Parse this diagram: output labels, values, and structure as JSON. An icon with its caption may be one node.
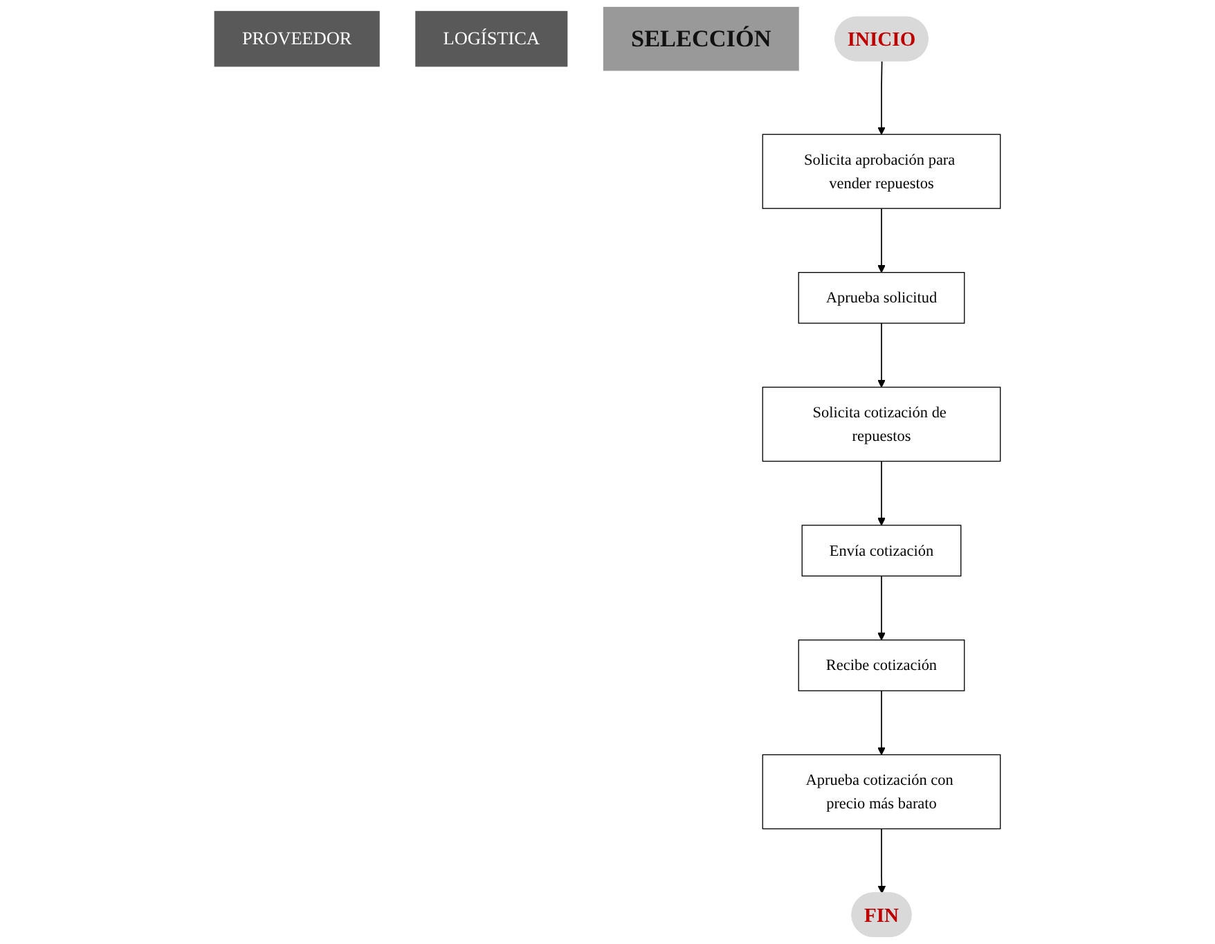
{
  "diagram": {
    "nodes": [
      {
        "text": [
          "PROVEEDOR"
        ]
      },
      {
        "text": [
          "LOGÍSTICA"
        ]
      },
      {
        "text": [
          "SELECCIÓN"
        ]
      },
      {
        "text": [
          "INICIO"
        ]
      },
      {
        "text": [
          "Solicita aprobación para vender repuestos"
        ]
      },
      {
        "text": [
          "Aprueba solicitud"
        ]
      },
      {
        "text": [
          "Solicita cotización de repuestos"
        ]
      },
      {
        "text": [
          "Envía cotización"
        ]
      },
      {
        "text": [
          "Recibe cotización"
        ]
      },
      {
        "text": [
          "Aprueba cotización con precio más barato"
        ]
      },
      {
        "text": [
          "FIN"
        ]
      }
    ],
    "edges": [
      {
        "from": 3,
        "to": 4,
        "arrow": "to"
      },
      {
        "from": 4,
        "to": 5,
        "arrow": "to"
      },
      {
        "from": 5,
        "to": 6,
        "arrow": "to"
      },
      {
        "from": 6,
        "to": 7,
        "arrow": "to"
      },
      {
        "from": 7,
        "to": 8,
        "arrow": "to"
      },
      {
        "from": 8,
        "to": 9,
        "arrow": "to"
      },
      {
        "from": 9,
        "to": 10,
        "arrow": "to"
      }
    ]
  }
}
